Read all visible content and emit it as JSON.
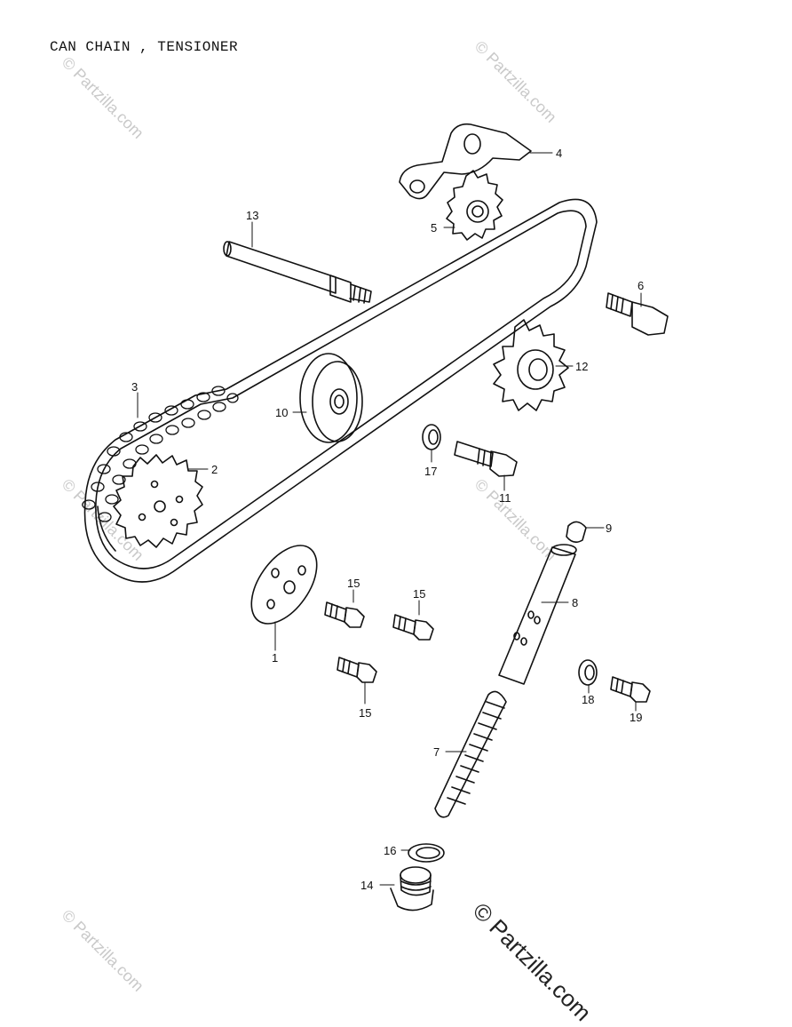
{
  "title": "CAN  CHAIN  ,  TENSIONER",
  "watermark": "© Partzilla.com",
  "parts": [
    {
      "ref": "1"
    },
    {
      "ref": "2"
    },
    {
      "ref": "3"
    },
    {
      "ref": "4"
    },
    {
      "ref": "5"
    },
    {
      "ref": "6"
    },
    {
      "ref": "7"
    },
    {
      "ref": "8"
    },
    {
      "ref": "9"
    },
    {
      "ref": "10"
    },
    {
      "ref": "11"
    },
    {
      "ref": "12"
    },
    {
      "ref": "13"
    },
    {
      "ref": "14"
    },
    {
      "ref": "15"
    },
    {
      "ref": "15"
    },
    {
      "ref": "15"
    },
    {
      "ref": "16"
    },
    {
      "ref": "17"
    },
    {
      "ref": "18"
    },
    {
      "ref": "19"
    }
  ]
}
